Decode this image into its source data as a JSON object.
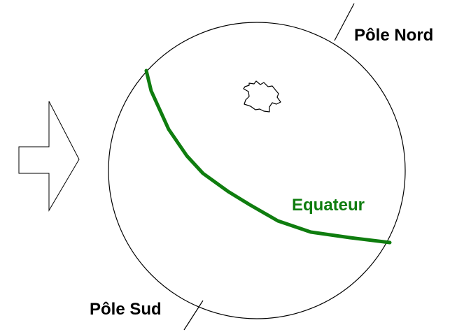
{
  "labels": {
    "north_pole": "Pôle Nord",
    "south_pole": "Pôle Sud",
    "equator": "Equateur"
  },
  "colors": {
    "equator": "#0f7d0f",
    "outline": "#000000",
    "text": "#000000",
    "background": "#ffffff"
  }
}
